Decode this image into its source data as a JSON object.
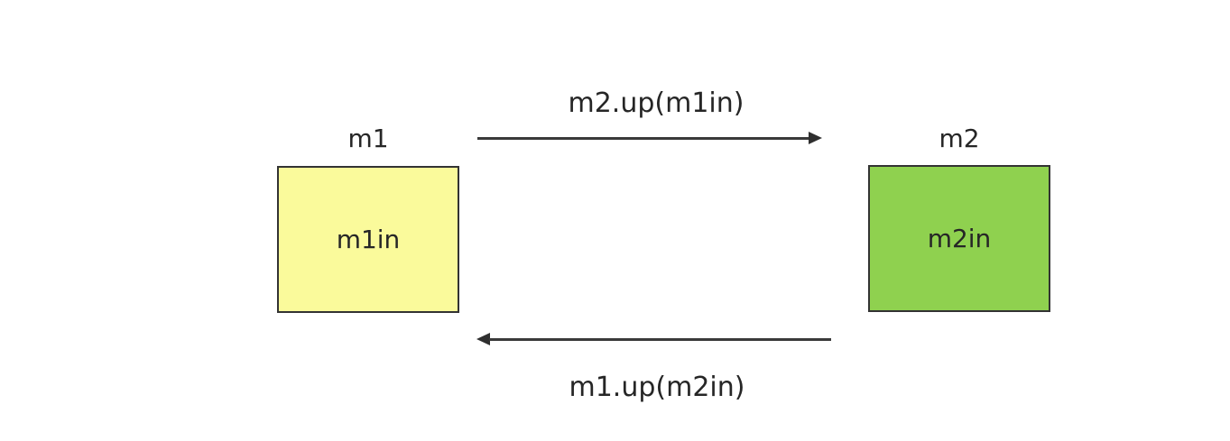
{
  "diagram": {
    "background": "#ffffff",
    "modules": [
      {
        "id": "m1",
        "title": "m1",
        "inner_label": "m1in",
        "fill": "#FAFA9B",
        "border": "#333333"
      },
      {
        "id": "m2",
        "title": "m2",
        "inner_label": "m2in",
        "fill": "#8FD14F",
        "border": "#333333"
      }
    ],
    "arrows": [
      {
        "label": "m2.up(m1in)",
        "direction": "right",
        "from": "m1",
        "to": "m2"
      },
      {
        "label": "m1.up(m2in)",
        "direction": "left",
        "from": "m2",
        "to": "m1"
      }
    ],
    "colors": {
      "arrow": "#3a3a3a",
      "text": "#262626"
    }
  }
}
